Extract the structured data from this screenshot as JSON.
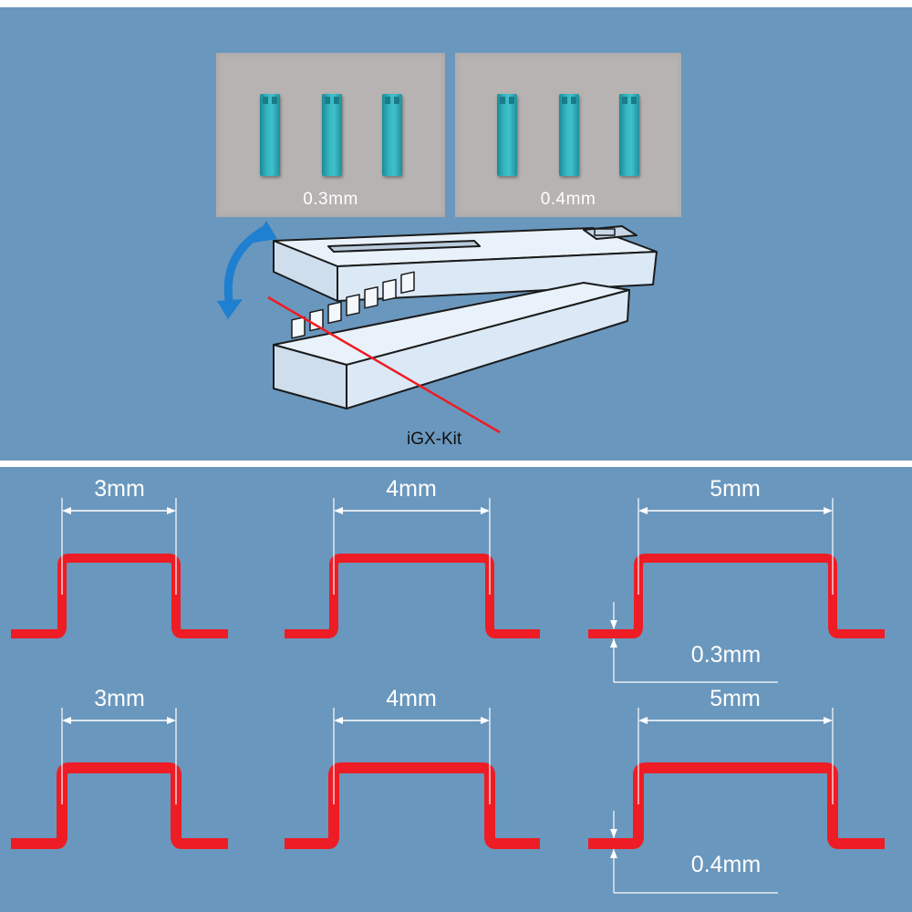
{
  "photos": [
    {
      "label": "0.3mm"
    },
    {
      "label": "0.4mm"
    }
  ],
  "tool": {
    "label": "iGX-Kit"
  },
  "profiles": [
    {
      "width_label": "3mm",
      "thickness_label": ""
    },
    {
      "width_label": "4mm",
      "thickness_label": ""
    },
    {
      "width_label": "5mm",
      "thickness_label": "0.3mm"
    },
    {
      "width_label": "3mm",
      "thickness_label": ""
    },
    {
      "width_label": "4mm",
      "thickness_label": ""
    },
    {
      "width_label": "5mm",
      "thickness_label": "0.4mm"
    }
  ],
  "colors": {
    "panel": "#6a97bd",
    "wire": "#ee1c24",
    "clip": "#35b5c0",
    "tool_face": "#dbe9f6",
    "arrow": "#1f7fd0"
  }
}
